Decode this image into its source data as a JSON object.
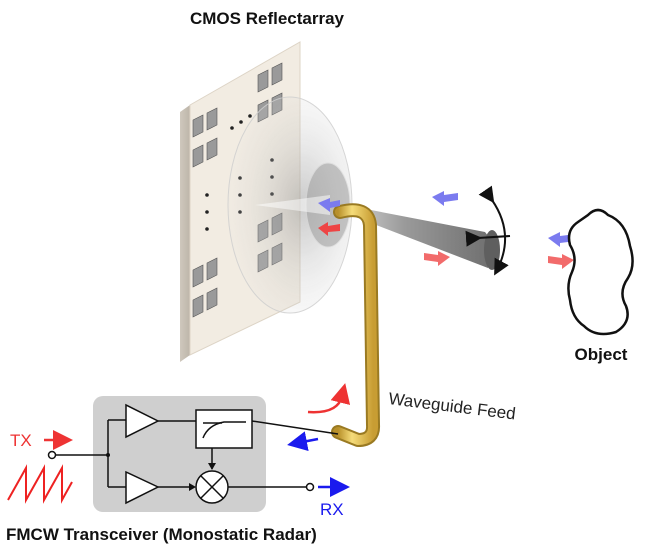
{
  "title": "CMOS Reflectarray",
  "labels": {
    "object": "Object",
    "waveguide": "Waveguide Feed",
    "tx": "TX",
    "rx": "RX",
    "transceiver": "FMCW Transceiver (Monostatic Radar)"
  },
  "colors": {
    "tx": "#ee3333",
    "rx": "#1a1aee",
    "incident_arrow": "#f26b6b",
    "reflected_arrow": "#7b7bef",
    "waveguide": "#e6c44a",
    "panel": "#f2ece2",
    "transceiver_box": "#cfcfcf"
  },
  "icons": [
    "amplifier-icon",
    "coupler-icon",
    "mixer-icon",
    "sawtooth-chirp-icon",
    "steering-arrow-icon"
  ]
}
